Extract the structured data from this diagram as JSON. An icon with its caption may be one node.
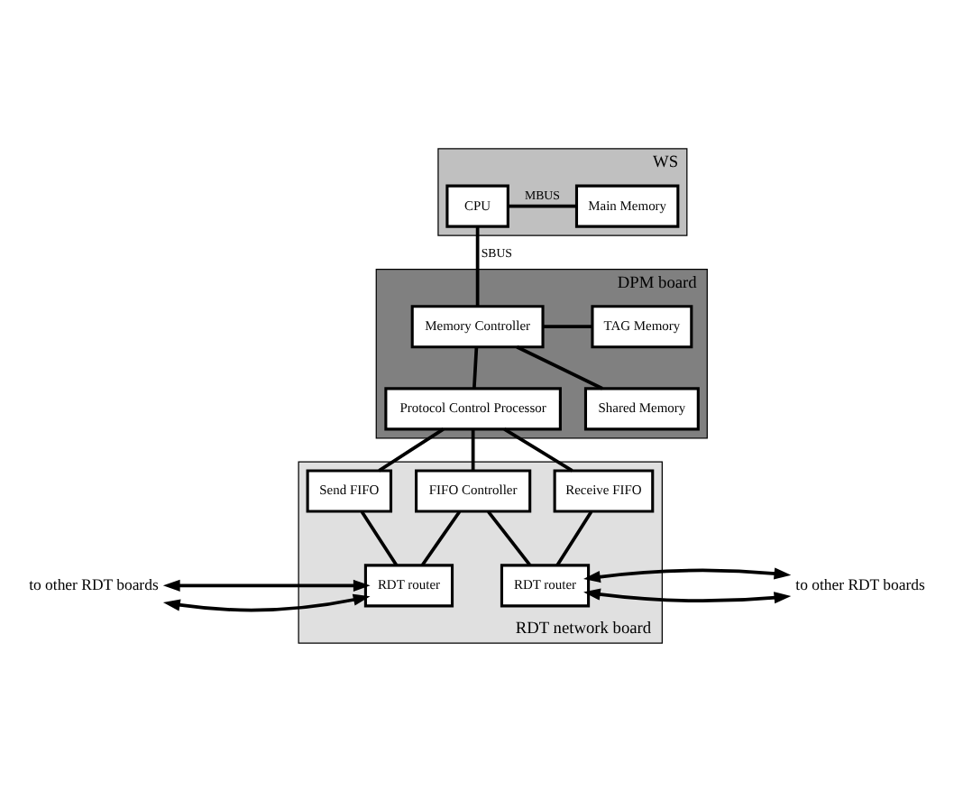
{
  "diagram": {
    "nodes": [
      {
        "text": [
          "WS"
        ]
      },
      {
        "text": [
          "CPU"
        ],
        "in": 0
      },
      {
        "text": [
          "Main Memory"
        ],
        "in": 0
      },
      {
        "text": [
          "DPM board"
        ]
      },
      {
        "text": [
          "TAG Memory"
        ],
        "in": 3
      },
      {
        "text": [
          "Memory Controller"
        ],
        "in": 3
      },
      {
        "text": [
          "Shared Memory"
        ],
        "in": 3
      },
      {
        "text": [
          "Protocol Control Processor"
        ],
        "in": 3
      },
      {
        "text": [
          "RDT network board"
        ]
      },
      {
        "text": [
          "Send FIFO"
        ],
        "in": 8
      },
      {
        "text": [
          "Receive FIFO"
        ],
        "in": 8
      },
      {
        "text": [
          "FIFO Controller"
        ],
        "in": 8
      },
      {
        "text": [
          "RDT router"
        ],
        "in": 8
      },
      {
        "text": [
          "RDT router"
        ],
        "in": 8
      },
      {
        "text": [
          "to other RDT boards"
        ]
      },
      {
        "text": [
          "to other RDT boards"
        ]
      }
    ],
    "edges": [
      {
        "from": 1,
        "to": 2,
        "arrow": "none",
        "label": "MBUS"
      },
      {
        "from": 1,
        "to": 5,
        "arrow": "none",
        "label": "SBUS"
      },
      {
        "from": 5,
        "to": 4,
        "arrow": "none"
      },
      {
        "from": 5,
        "to": 6,
        "arrow": "none"
      },
      {
        "from": 5,
        "to": 7,
        "arrow": "none"
      },
      {
        "from": 7,
        "to": 9,
        "arrow": "none"
      },
      {
        "from": 7,
        "to": 11,
        "arrow": "none"
      },
      {
        "from": 7,
        "to": 10,
        "arrow": "none"
      },
      {
        "from": 9,
        "to": 12,
        "arrow": "none"
      },
      {
        "from": 11,
        "to": 12,
        "arrow": "none"
      },
      {
        "from": 10,
        "to": 13,
        "arrow": "none"
      },
      {
        "from": 11,
        "to": 13,
        "arrow": "none"
      },
      {
        "from": 14,
        "to": 12,
        "arrow": "both"
      },
      {
        "from": 14,
        "to": 12,
        "arrow": "both"
      },
      {
        "from": 15,
        "to": 13,
        "arrow": "both"
      },
      {
        "from": 15,
        "to": 13,
        "arrow": "both"
      }
    ]
  }
}
